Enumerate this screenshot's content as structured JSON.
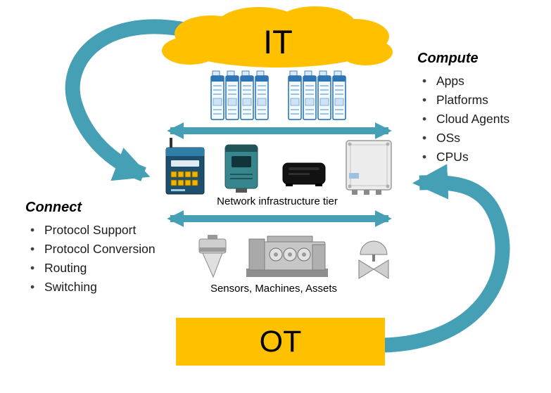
{
  "colors": {
    "arrow_teal": "#45A0B5",
    "accent_yellow": "#FFC000",
    "server_blue": "#1F6FB5"
  },
  "cloud": {
    "label": "IT"
  },
  "ot_box": {
    "label": "OT"
  },
  "compute": {
    "title": "Compute",
    "items": [
      "Apps",
      "Platforms",
      "Cloud Agents",
      "OSs",
      "CPUs"
    ]
  },
  "connect": {
    "title": "Connect",
    "items": [
      "Protocol Support",
      "Protocol Conversion",
      "Routing",
      "Switching"
    ]
  },
  "tiers": {
    "network_label": "Network infrastructure tier",
    "edge_label": "Sensors, Machines, Assets"
  },
  "icons": {
    "it_cloud": "cloud-shape-icon",
    "server_racks": "server-rack-cluster-icon",
    "left_curved_arrow": "curved-arrow-it-to-network-icon",
    "right_curved_arrow": "curved-arrow-ot-to-network-icon",
    "top_double_arrow": "double-headed-arrow-icon",
    "bottom_double_arrow": "double-headed-arrow-icon",
    "industrial_router": "industrial-router-icon",
    "plc_controller": "plc-controller-icon",
    "gateway_device": "gateway-device-icon",
    "junction_box": "junction-box-icon",
    "radar_sensor": "radar-sensor-icon",
    "industrial_machine": "industrial-machine-icon",
    "control_valve": "control-valve-icon"
  }
}
